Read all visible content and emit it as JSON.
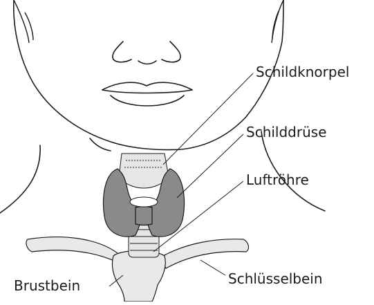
{
  "labels": {
    "schildknorpel": "Schildknorpel",
    "schilddruese": "Schilddrüse",
    "luftroehre": "Luftröhre",
    "schluesselbein": "Schlüsselbein",
    "brustbein": "Brustbein"
  },
  "colors": {
    "line": "#1a1a1a",
    "thyroid_fill": "#8a8a8a",
    "cartilage_fill": "#e6e6e6",
    "bone_fill": "#e9e9e9",
    "text": "#1a1a1a"
  }
}
